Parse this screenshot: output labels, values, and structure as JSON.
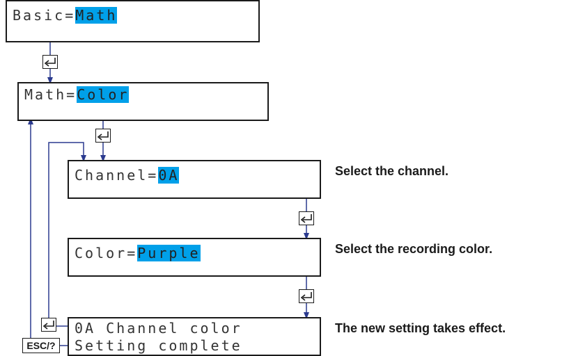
{
  "screens": {
    "basic": {
      "prefix": "Basic=",
      "value": "Math"
    },
    "math": {
      "prefix": "Math=",
      "value": "Color"
    },
    "channel": {
      "prefix": "Channel=",
      "value": "0A"
    },
    "color": {
      "prefix": "Color=",
      "value": "Purple"
    },
    "complete": {
      "line1": "0A Channel color",
      "line2": "Setting complete"
    }
  },
  "notes": {
    "channel": "Select the channel.",
    "color": "Select the recording color.",
    "complete": "The new setting takes effect."
  },
  "keys": {
    "esc": "ESC/?"
  },
  "colors": {
    "highlight": "#00a0e9",
    "arrow": "#2b3a8f",
    "border": "#1a1a1a"
  },
  "icons": {
    "enter": "enter-key-icon"
  }
}
